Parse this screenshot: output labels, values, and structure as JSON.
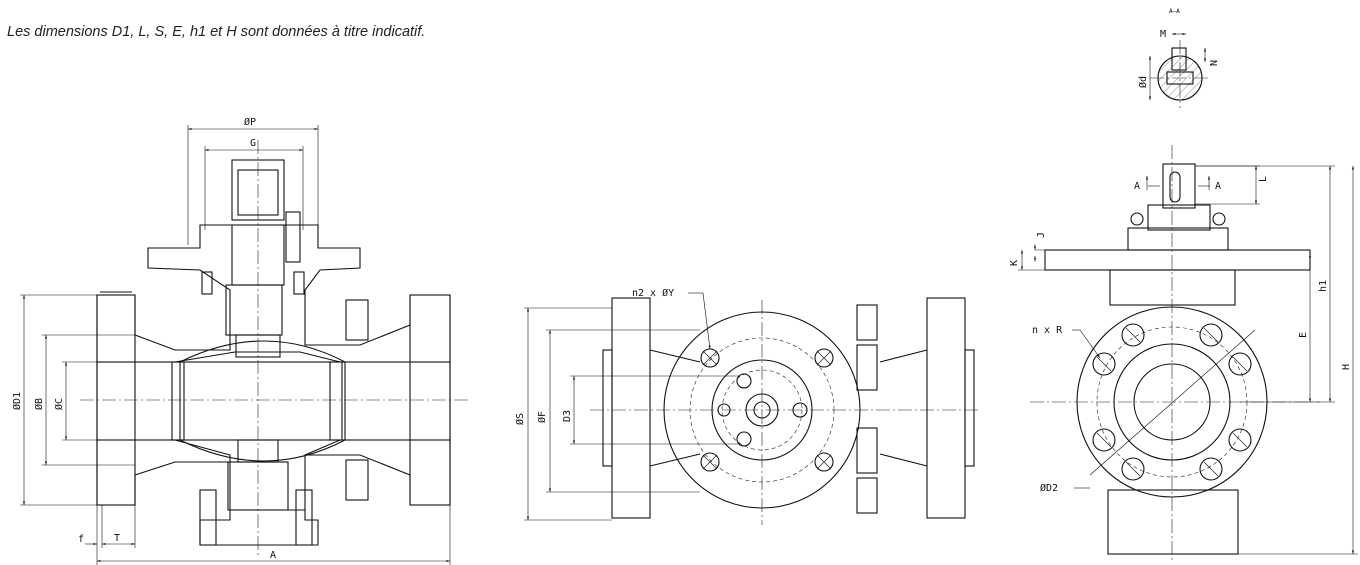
{
  "note": "Les dimensions D1, L, S, E, h1 et H sont données à titre indicatif.",
  "section_view": {
    "title": "A–A",
    "labels": {
      "M": "M",
      "N": "N",
      "d": "Ød"
    }
  },
  "front_section": {
    "labels": {
      "P": "ØP",
      "G": "G",
      "D1": "ØD1",
      "B": "ØB",
      "C": "ØC",
      "f": "f",
      "T": "T",
      "A": "A"
    }
  },
  "top_view": {
    "labels": {
      "S": "ØS",
      "F": "ØF",
      "D3": "D3",
      "n2Y": "n2 x ØY"
    }
  },
  "side_view": {
    "labels": {
      "A_left": "A",
      "A_right": "A",
      "L": "L",
      "J": "J",
      "K": "K",
      "h1": "h1",
      "E": "E",
      "H": "H",
      "nR": "n x R",
      "D2": "ØD2"
    }
  }
}
